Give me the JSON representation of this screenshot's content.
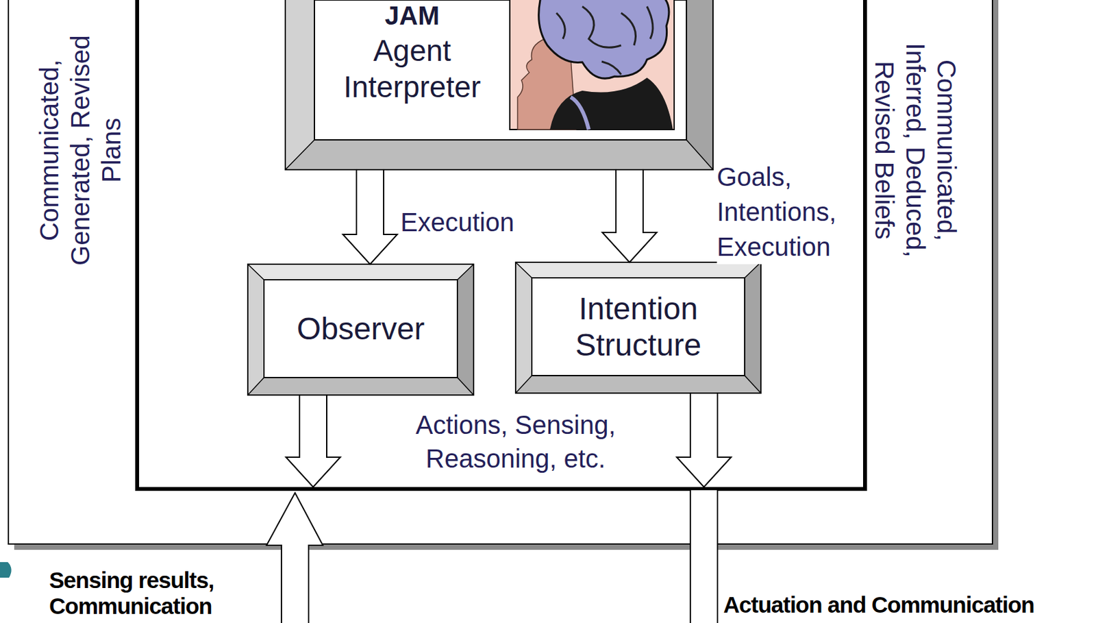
{
  "diagram": {
    "nodes": [
      {
        "text": [
          "Communicated, Generated, Revised Plans",
          "Communicated, Inferred, Deduced, Revised Beliefs"
        ]
      },
      {
        "text": [
          "Actions, Sensing, Reasoning, etc."
        ],
        "in": 0
      },
      {
        "text": [
          "JAM",
          "Agent Interpreter"
        ],
        "in": 1
      },
      {
        "text": [
          "Observer"
        ],
        "in": 1
      },
      {
        "text": [
          "Intention Structure"
        ],
        "in": 1
      }
    ],
    "edges": [
      {
        "from": 2,
        "to": 3,
        "label": "Execution",
        "arrow": "to"
      },
      {
        "from": 2,
        "to": 4,
        "label": "Goals, Intentions, Execution",
        "arrow": "to"
      },
      {
        "from": 3,
        "to": 1,
        "arrow": "to"
      },
      {
        "from": 4,
        "to": 1,
        "arrow": "to"
      }
    ],
    "labels": [
      "Sensing results, Communication",
      "Actuation and Communication"
    ]
  }
}
